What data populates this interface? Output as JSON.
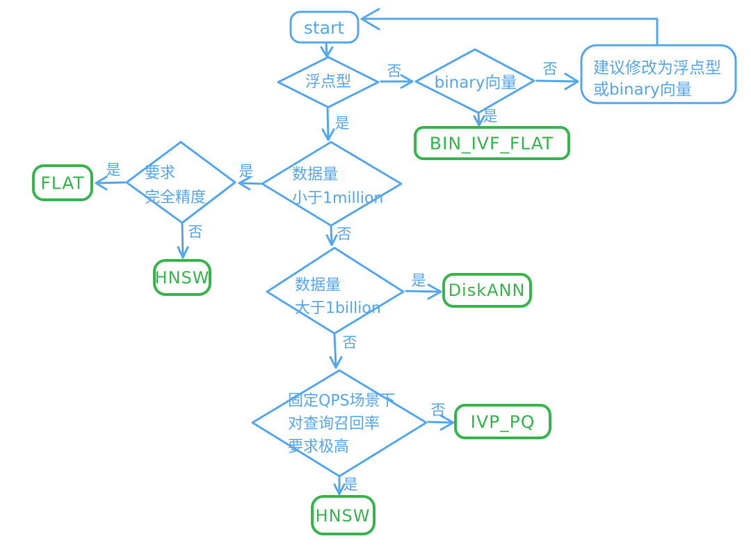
{
  "theme": {
    "blue": "#55a7ef",
    "green": "#38b54d",
    "background": "#ffffff"
  },
  "diagram": {
    "type": "flowchart",
    "topic": "vector index selection",
    "nodes": {
      "start": {
        "shape": "rounded-rect",
        "role": "start",
        "label": "start"
      },
      "float_type": {
        "shape": "diamond",
        "role": "decision",
        "label": "浮点型"
      },
      "binary_vector": {
        "shape": "diamond",
        "role": "decision",
        "label": "binary向量"
      },
      "suggest": {
        "shape": "rounded-rect",
        "role": "advice",
        "lines": [
          "建议修改为浮点型",
          "或binary向量"
        ]
      },
      "bin_ivf_flat": {
        "shape": "rounded-rect",
        "role": "result",
        "label": "BIN_IVF_FLAT"
      },
      "lt_1million": {
        "shape": "diamond",
        "role": "decision",
        "lines": [
          "数据量",
          "小于1million"
        ]
      },
      "full_precision": {
        "shape": "diamond",
        "role": "decision",
        "lines": [
          "要求",
          "完全精度"
        ]
      },
      "flat": {
        "shape": "rounded-rect",
        "role": "result",
        "label": "FLAT"
      },
      "hnsw_precision": {
        "shape": "rounded-rect",
        "role": "result",
        "label": "HNSW"
      },
      "gt_1billion": {
        "shape": "diamond",
        "role": "decision",
        "lines": [
          "数据量",
          "大于1billion"
        ]
      },
      "diskann": {
        "shape": "rounded-rect",
        "role": "result",
        "label": "DiskANN"
      },
      "qps_recall": {
        "shape": "diamond",
        "role": "decision",
        "lines": [
          "固定QPS场景下",
          "对查询召回率",
          "要求极高"
        ]
      },
      "ivp_pq": {
        "shape": "rounded-rect",
        "role": "result",
        "label": "IVP_PQ"
      },
      "hnsw_qps": {
        "shape": "rounded-rect",
        "role": "result",
        "label": "HNSW"
      }
    },
    "edges": {
      "start_to_float": {
        "from": "start",
        "to": "float_type",
        "label": ""
      },
      "float_to_binary": {
        "from": "float_type",
        "to": "binary_vector",
        "label": "否"
      },
      "binary_to_suggest": {
        "from": "binary_vector",
        "to": "suggest",
        "label": "否"
      },
      "suggest_to_start": {
        "from": "suggest",
        "to": "start",
        "label": ""
      },
      "binary_to_bin_ivf_flat": {
        "from": "binary_vector",
        "to": "bin_ivf_flat",
        "label": "是"
      },
      "float_to_lt1million": {
        "from": "float_type",
        "to": "lt_1million",
        "label": "是"
      },
      "lt1million_to_precision": {
        "from": "lt_1million",
        "to": "full_precision",
        "label": "是"
      },
      "precision_to_flat": {
        "from": "full_precision",
        "to": "flat",
        "label": "是"
      },
      "precision_to_hnsw": {
        "from": "full_precision",
        "to": "hnsw_precision",
        "label": "否"
      },
      "lt1million_to_gt1billion": {
        "from": "lt_1million",
        "to": "gt_1billion",
        "label": "否"
      },
      "gt1billion_to_diskann": {
        "from": "gt_1billion",
        "to": "diskann",
        "label": "是"
      },
      "gt1billion_to_qps": {
        "from": "gt_1billion",
        "to": "qps_recall",
        "label": "否"
      },
      "qps_to_ivppq": {
        "from": "qps_recall",
        "to": "ivp_pq",
        "label": "否"
      },
      "qps_to_hnsw": {
        "from": "qps_recall",
        "to": "hnsw_qps",
        "label": "是"
      }
    }
  }
}
